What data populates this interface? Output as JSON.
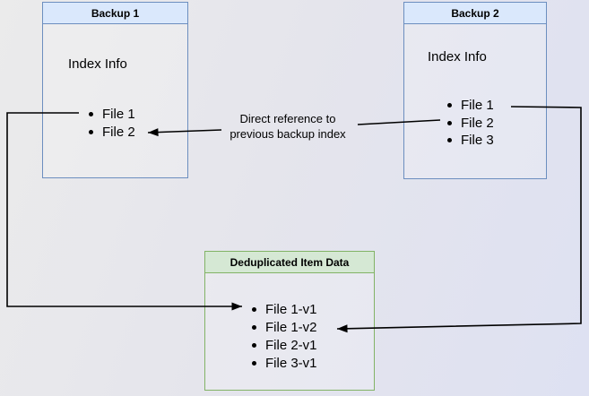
{
  "boxes": {
    "backup1": {
      "title": "Backup 1",
      "body_label": "Index Info",
      "files": [
        "File 1",
        "File 2"
      ]
    },
    "backup2": {
      "title": "Backup 2",
      "body_label": "Index Info",
      "files": [
        "File 1",
        "File 2",
        "File 3"
      ]
    },
    "dedup": {
      "title": "Deduplicated Item Data",
      "files": [
        "File 1-v1",
        "File 1-v2",
        "File 2-v1",
        "File 3-v1"
      ]
    }
  },
  "annotation": {
    "line1": "Direct reference to",
    "line2": "previous backup index"
  },
  "colors": {
    "page_bg_start": "#ebebeb",
    "page_bg_mid": "#e5e5ec",
    "page_bg_end": "#dee1f2",
    "blue_fill": "#dae8fc",
    "blue_border": "#6c8ebf",
    "green_fill": "#d5e8d4",
    "green_border": "#82b366",
    "connector": "#000000",
    "text": "#000000"
  }
}
